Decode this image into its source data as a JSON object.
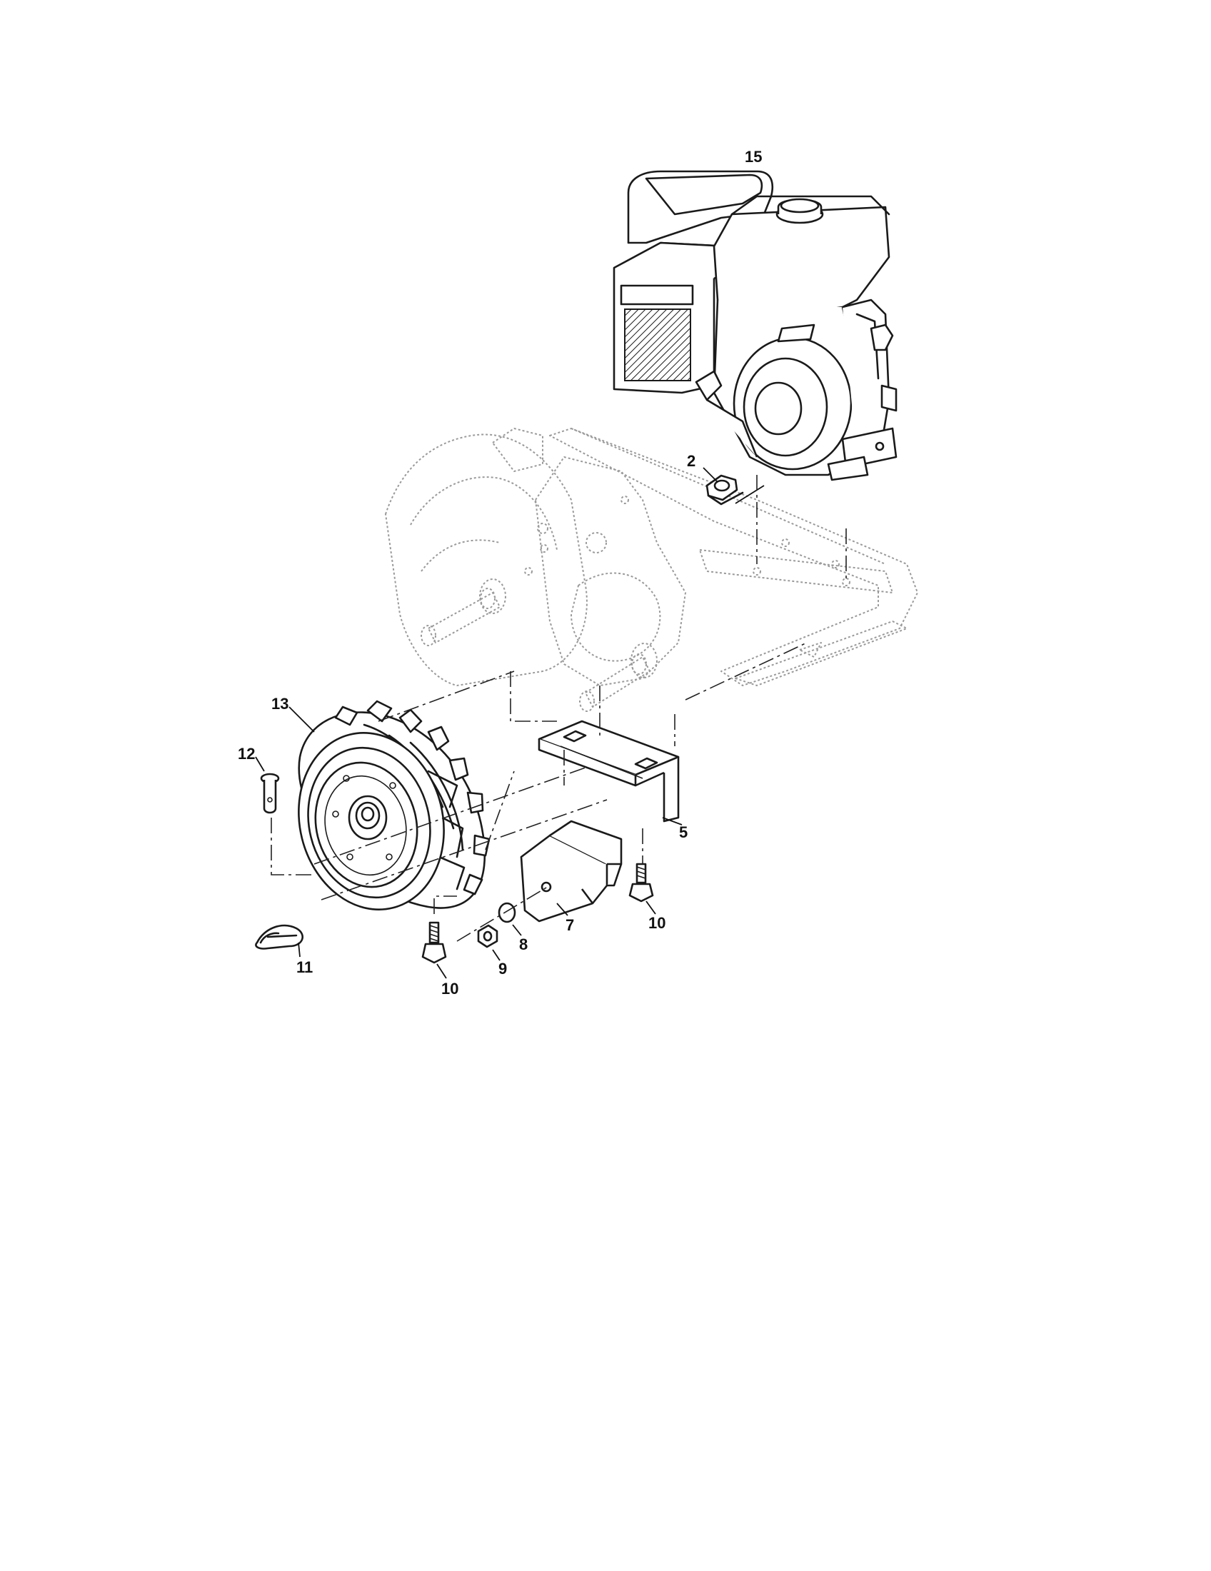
{
  "callouts": [
    {
      "id": "label-15",
      "text": "15"
    },
    {
      "id": "label-2",
      "text": "2"
    },
    {
      "id": "label-13",
      "text": "13"
    },
    {
      "id": "label-12",
      "text": "12"
    },
    {
      "id": "label-5",
      "text": "5"
    },
    {
      "id": "label-7",
      "text": "7"
    },
    {
      "id": "label-8",
      "text": "8"
    },
    {
      "id": "label-9",
      "text": "9"
    },
    {
      "id": "label-10a",
      "text": "10"
    },
    {
      "id": "label-10b",
      "text": "10"
    },
    {
      "id": "label-11",
      "text": "11"
    }
  ],
  "colors": {
    "ink": "#1a1a1a",
    "phantom": "#9a9a9a",
    "background": "#ffffff"
  }
}
